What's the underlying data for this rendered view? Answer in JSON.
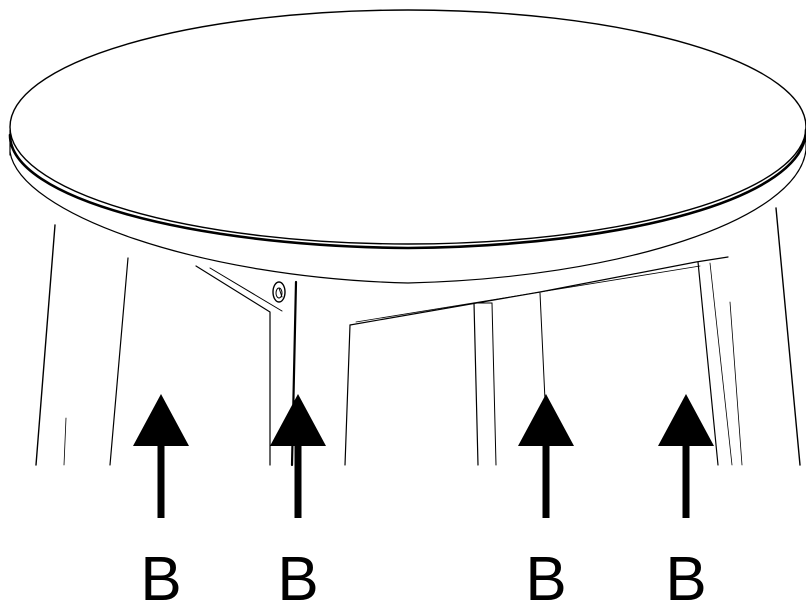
{
  "colors": {
    "line": "#000000",
    "background": "#ffffff"
  },
  "arrows": [
    {
      "label": "B",
      "icon": "arrow-up-icon"
    },
    {
      "label": "B",
      "icon": "arrow-up-icon"
    },
    {
      "label": "B",
      "icon": "arrow-up-icon"
    },
    {
      "label": "B",
      "icon": "arrow-up-icon"
    }
  ]
}
